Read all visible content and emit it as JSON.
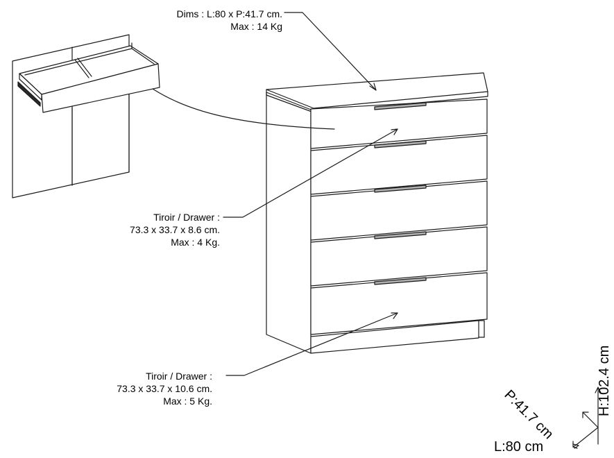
{
  "top_label": {
    "line1": "Dims : L:80 x P:41.7 cm.",
    "line2": "Max : 14 Kg"
  },
  "drawer_small": {
    "line1": "Tiroir / Drawer :",
    "line2": "73.3 x 33.7 x 8.6 cm.",
    "line3": "Max : 4 Kg."
  },
  "drawer_large": {
    "line1": "Tiroir / Drawer :",
    "line2": "73.3 x 33.7 x 10.6 cm.",
    "line3": "Max : 5 Kg."
  },
  "axes": {
    "width": "L:80 cm",
    "depth": "P:41.7 cm",
    "height": "H:102.4 cm"
  },
  "colors": {
    "line": "#1a1a1a",
    "fill": "#ffffff",
    "handle": "#b0b0b0"
  }
}
